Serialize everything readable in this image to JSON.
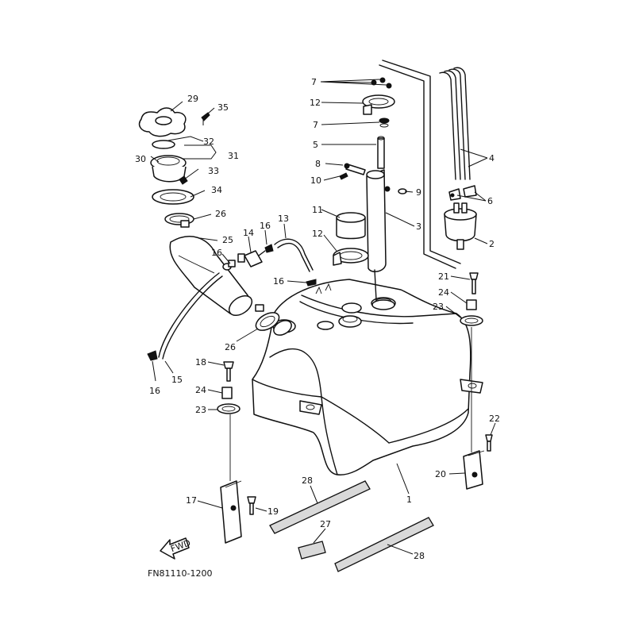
{
  "figure_code": "FN81110-1200",
  "direction_marker": "FWD",
  "labels": {
    "c1": "1",
    "c2": "2",
    "c3": "3",
    "c4": "4",
    "c5": "5",
    "c6": "6",
    "c7a": "7",
    "c7b": "7",
    "c8": "8",
    "c9": "9",
    "c10": "10",
    "c11": "11",
    "c12a": "12",
    "c12b": "12",
    "c13": "13",
    "c14": "14",
    "c15": "15",
    "c16a": "16",
    "c16b": "16",
    "c16c": "16",
    "c16d": "16",
    "c17": "17",
    "c18": "18",
    "c19": "19",
    "c20": "20",
    "c21": "21",
    "c22": "22",
    "c23a": "23",
    "c23b": "23",
    "c24a": "24",
    "c24b": "24",
    "c25": "25",
    "c26a": "26",
    "c26b": "26",
    "c27": "27",
    "c28a": "28",
    "c28b": "28",
    "c29": "29",
    "c30": "30",
    "c31": "31",
    "c32": "32",
    "c33": "33",
    "c34": "34",
    "c35": "35"
  }
}
